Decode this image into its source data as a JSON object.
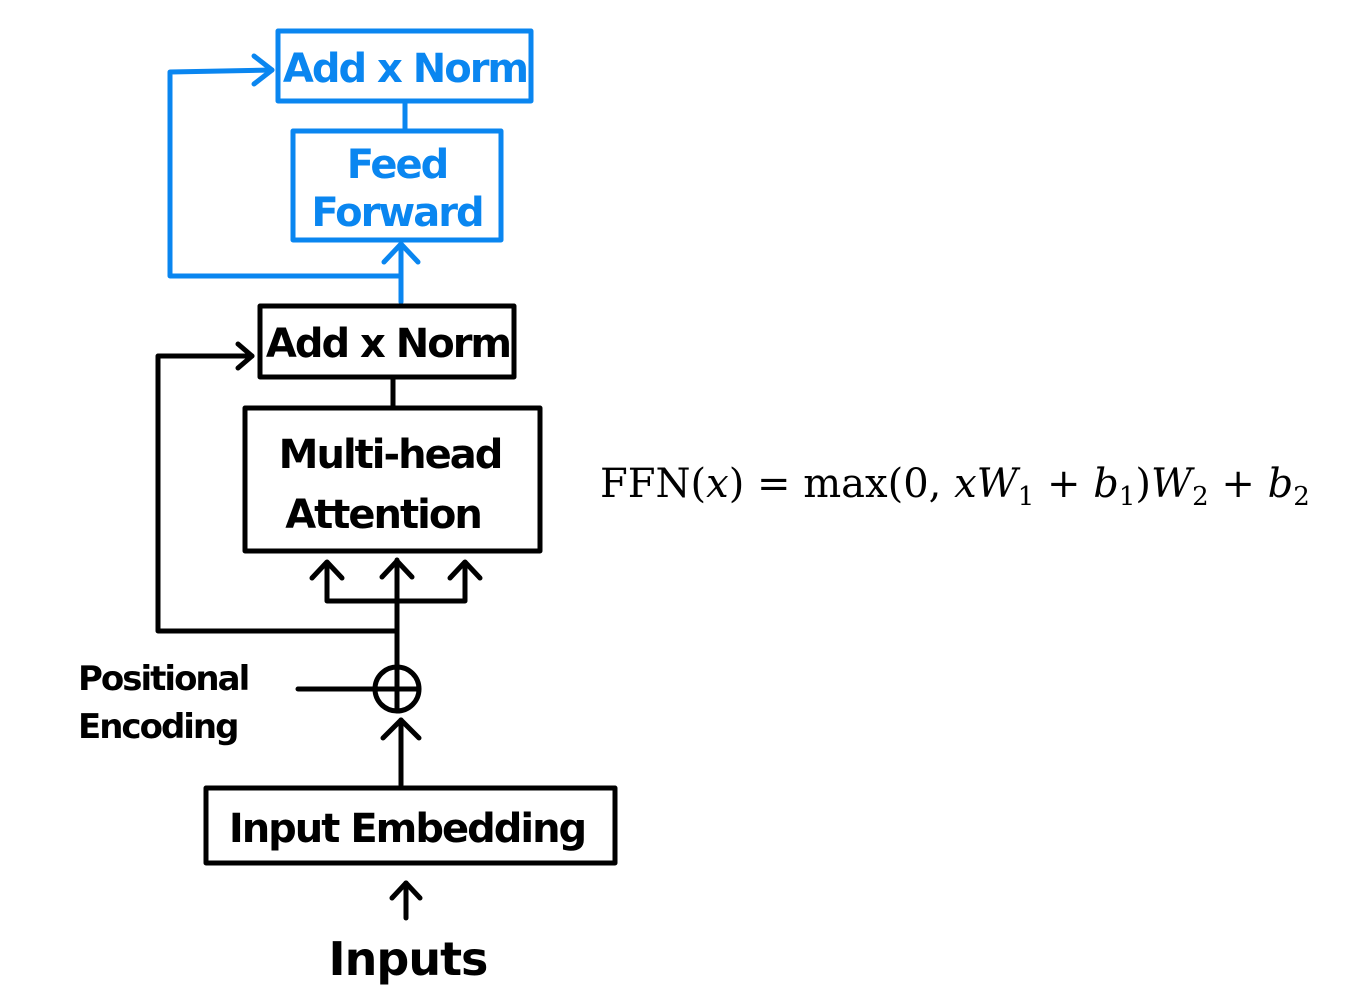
{
  "colors": {
    "black": "#000000",
    "blue": "#0a86f0",
    "background": "#ffffff"
  },
  "blocks": {
    "add_norm_top": "Add x Norm",
    "feed_forward_line1": "Feed",
    "feed_forward_line2": "Forward",
    "add_norm_bottom": "Add x Norm",
    "multihead_line1": "Multi-head",
    "multihead_line2": "Attention",
    "input_embedding": "Input Embedding"
  },
  "labels": {
    "positional_line1": "Positional",
    "positional_line2": "Encoding",
    "inputs": "Inputs"
  },
  "formula": {
    "lhs": "FFN",
    "arg_open": "(",
    "arg_var": "x",
    "arg_close": ")",
    "equals": " = ",
    "max": "max",
    "max_args_open": "(0, ",
    "x": "x",
    "W": "W",
    "sub1": "1",
    "plus1": " + ",
    "b": "b",
    "sub_b1": "1",
    "close": ")",
    "W2": "W",
    "sub2": "2",
    "plus2": " + ",
    "b2": "b",
    "sub_b2": "2"
  }
}
